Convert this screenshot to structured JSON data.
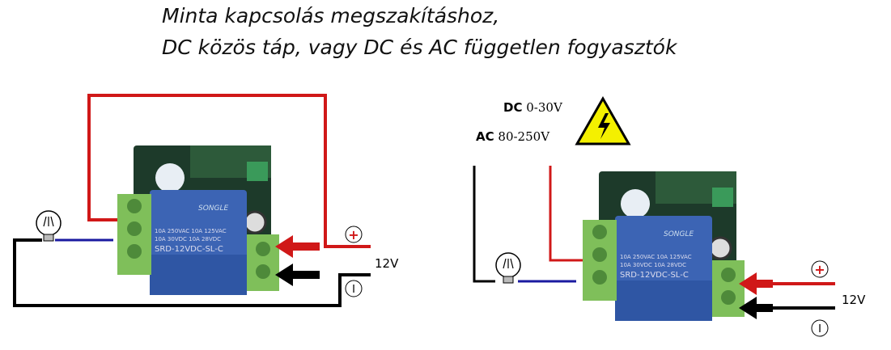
{
  "title": {
    "line1": "Minta kapcsolás megszakításhoz,",
    "line2": "DC közös táp, vagy DC és AC független fogyasztók"
  },
  "left_diagram": {
    "supply_label": "12V",
    "plus_symbol": "+",
    "minus_symbol": "I"
  },
  "right_diagram": {
    "dc_prefix": "DC",
    "dc_range": "0-30V",
    "ac_prefix": "AC",
    "ac_range": "80-250V",
    "supply_label": "12V",
    "plus_symbol": "+",
    "minus_symbol": "I"
  },
  "relay": {
    "brand": "SONGLE",
    "rating1": "10A 250VAC  10A 125VAC",
    "rating2": "10A 30VDC  10A 28VDC",
    "model": "SRD-12VDC-SL-C"
  },
  "colors": {
    "positive_wire": "#d01818",
    "negative_wire": "#000000",
    "lamp_wire": "#1a1aa0",
    "warning": "#f4f000"
  }
}
